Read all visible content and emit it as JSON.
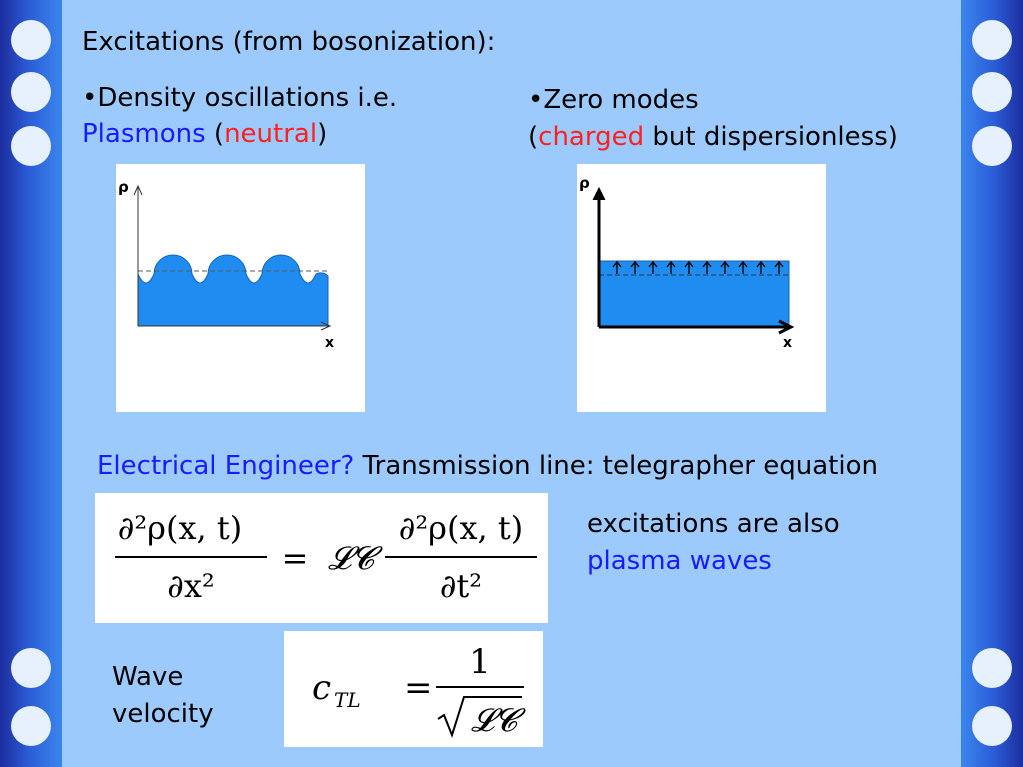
{
  "title": "Excitations (from bosonization):",
  "left": {
    "bullet": "•Density oscillations i.e.",
    "plasmons": "Plasmons",
    "open_paren": "(",
    "neutral": "neutral",
    "close_paren": ")"
  },
  "right": {
    "bullet": "•Zero modes",
    "open_paren": "(",
    "charged": "charged",
    "rest": " but dispersionless)"
  },
  "plot_left": {
    "ylabel": "ρ",
    "xlabel": "x"
  },
  "plot_right": {
    "ylabel": "ρ",
    "xlabel": "x"
  },
  "engineer": {
    "question": "Electrical Engineer?",
    "text": "Transmission line: telegrapher equation"
  },
  "excitations": {
    "line1": "excitations are also",
    "line2": "plasma waves"
  },
  "wave": {
    "line1": "Wave",
    "line2": "velocity"
  },
  "equation1": {
    "num_left": "∂²ρ(x, t)",
    "den_left": "∂x²",
    "equals": "=",
    "lc": "𝓛𝓒",
    "num_right": "∂²ρ(x, t)",
    "den_right": "∂t²"
  },
  "equation2": {
    "c": "c",
    "sub": "TL",
    "equals": "=",
    "one": "1",
    "root": "√",
    "lc": "𝓛𝓒"
  },
  "colors": {
    "background": "#9ccafc",
    "accent_blue": "#1a1aff",
    "accent_red": "#ff2020",
    "fill_blue": "#1e8cf0"
  }
}
